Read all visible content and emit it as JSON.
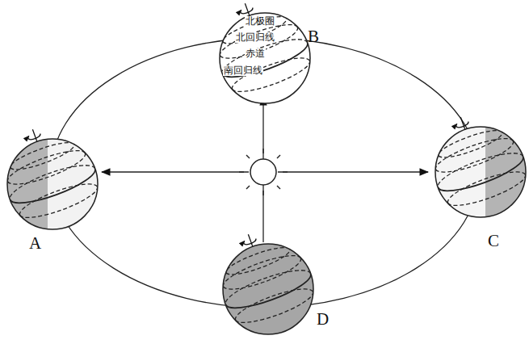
{
  "diagram": {
    "labels": [
      "北极圈",
      "北回归线",
      "赤道",
      "南回归线",
      "B",
      "A",
      "C",
      "D"
    ]
  }
}
